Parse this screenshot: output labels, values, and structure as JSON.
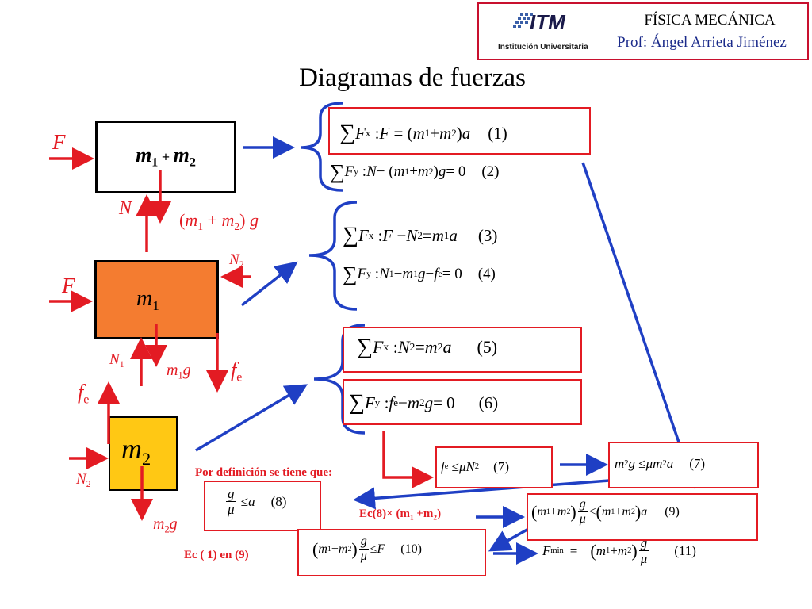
{
  "header": {
    "logo_text": "ITM",
    "logo_caption": "Institución Universitaria",
    "course": "FÍSICA MECÁNICA",
    "professor": "Prof: Ángel Arrieta Jiménez"
  },
  "title": "Diagramas de fuerzas",
  "blocks": {
    "combined": {
      "label": "m1 + m2"
    },
    "m1": {
      "label": "m1"
    },
    "m2": {
      "label": "m2"
    }
  },
  "forces": {
    "F_top": "F",
    "N_top": "N",
    "weight_total": "(m1 + m2)g",
    "N2_right": "N2",
    "F_mid": "F",
    "N1": "N1",
    "m1g": "m1g",
    "fe_mid": "fe",
    "fe_left": "fe",
    "N2_left": "N2",
    "m2g": "m2g"
  },
  "equations": {
    "eq1": "∑Fx : F = (m1 + m2)a   (1)",
    "eq2": "∑Fy : N − (m1 + m2)g = 0   (2)",
    "eq3": "∑Fx : F − N2 = m1a   (3)",
    "eq4": "∑Fy : N1 − m1g − fe = 0   (4)",
    "eq5": "∑Fx : N2 = m2a   (5)",
    "eq6": "∑Fy : fe − m2g = 0   (6)",
    "eq7a": "fe ≤ μN2   (7)",
    "eq7b": "m2g ≤ μm2a   (7)",
    "eq8": "g/μ ≤ a   (8)",
    "eq9": "(m1 + m2) g/μ ≤ (m1 + m2)a   (9)",
    "eq10": "(m1 + m2) g/μ ≤ F   (10)",
    "eq11": "Fmin = (m1 + m2) g/μ   (11)"
  },
  "notes": {
    "por_definicion": "Por definición se tiene que:",
    "ec8": "Ec(8)× (m1 +m2)",
    "ec1en9": "Ec ( 1) en (9)"
  },
  "colors": {
    "red": "#e31b23",
    "blue": "#1f3fc4",
    "orange": "#f47c30",
    "yellow": "#ffc814",
    "navy": "#0a1a8f"
  }
}
